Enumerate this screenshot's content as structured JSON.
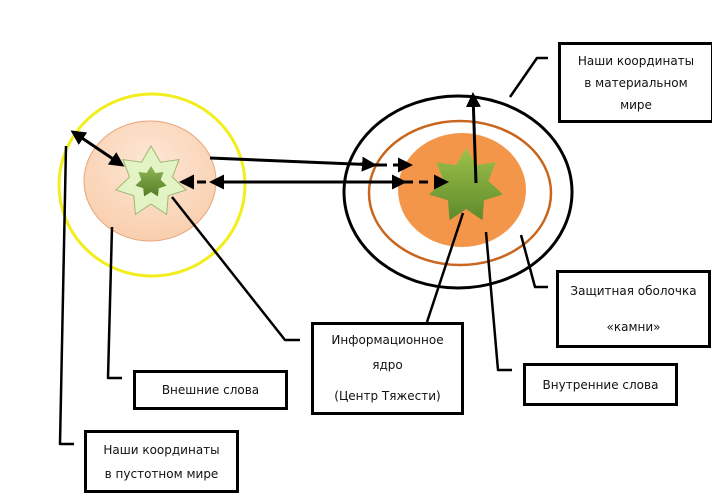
{
  "diagram": {
    "colors": {
      "void_ring": "#f2ee1c",
      "outer_words_fill": "#f9cfae",
      "outer_words_fill_light": "#fde7d6",
      "void_star_outer": "#e2f3c4",
      "void_star_inner": "#6f9a35",
      "material_ring_outer": "#000000",
      "material_ring_inner": "#c8661e",
      "material_core_fill": "#f3964a",
      "material_star": "#7fa83c",
      "line": "#000000"
    },
    "labels": {
      "material_coords": [
        "Наши координаты",
        "в материальном",
        "мире"
      ],
      "shell": [
        "Защитная оболочка",
        "«камни»"
      ],
      "core": [
        "Информационное",
        "ядро",
        "(Центр Тяжести)"
      ],
      "inner_words": [
        "Внутренние  слова"
      ],
      "outer_words": [
        "Внешние слова"
      ],
      "void_coords": [
        "Наши координаты",
        "в пустотном мире"
      ]
    }
  }
}
